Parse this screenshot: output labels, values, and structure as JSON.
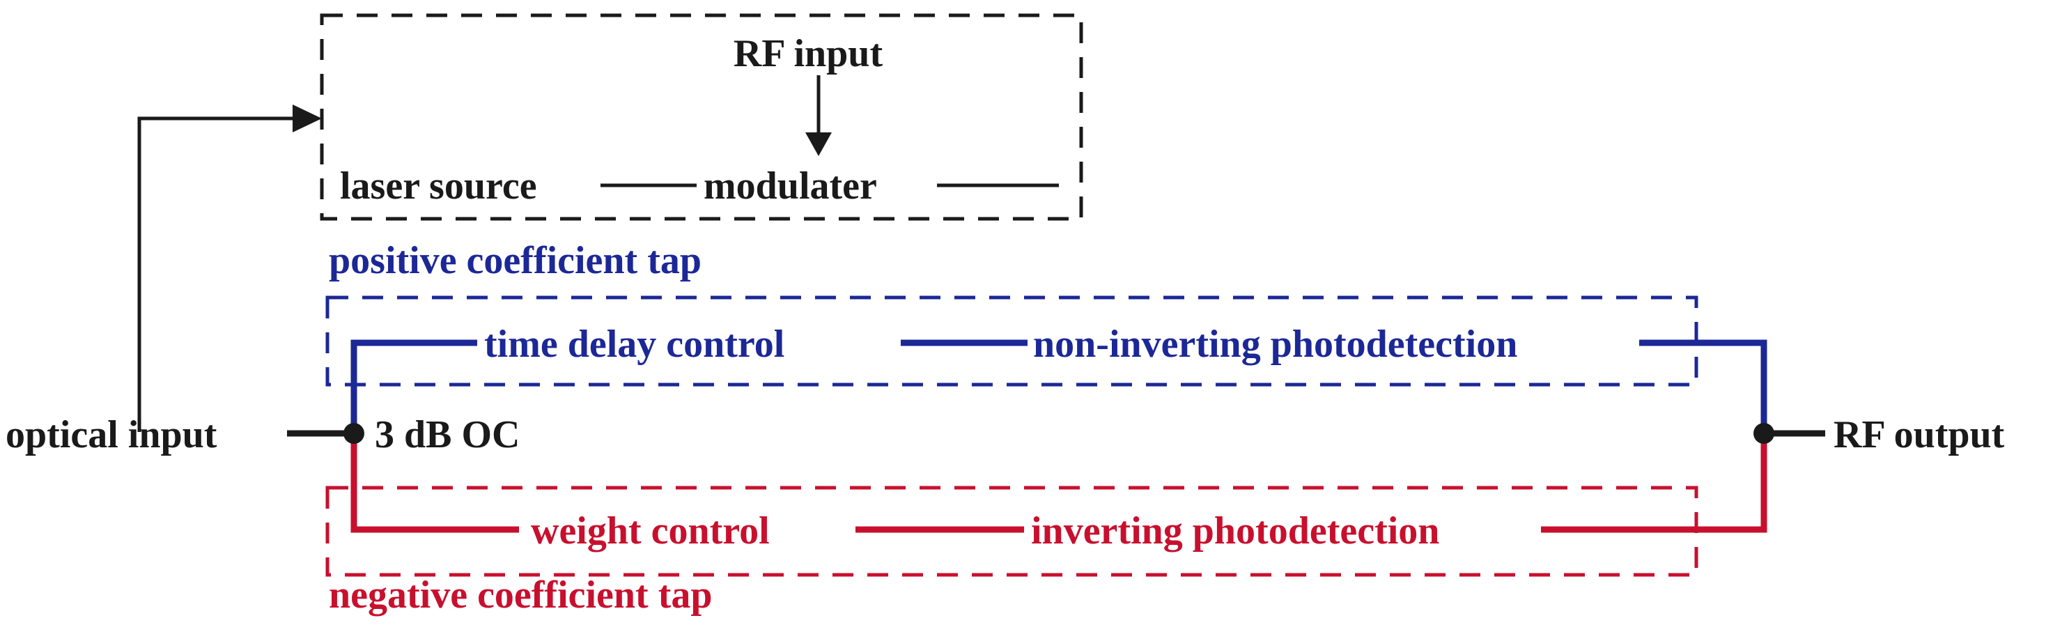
{
  "colors": {
    "black": "#1a1a1a",
    "positive": "#1c2896",
    "negative": "#c8102e"
  },
  "labels": {
    "rf_input": "RF input",
    "laser_source": "laser source",
    "modulater": "modulater",
    "positive_tap": "positive coefficient tap",
    "time_delay_control": "time delay control",
    "non_inverting_photodetection": "non-inverting photodetection",
    "optical_input": "optical input",
    "coupler": "3 dB OC",
    "rf_output": "RF output",
    "weight_control": "weight control",
    "inverting_photodetection": "inverting photodetection",
    "negative_tap": "negative coefficient tap"
  }
}
